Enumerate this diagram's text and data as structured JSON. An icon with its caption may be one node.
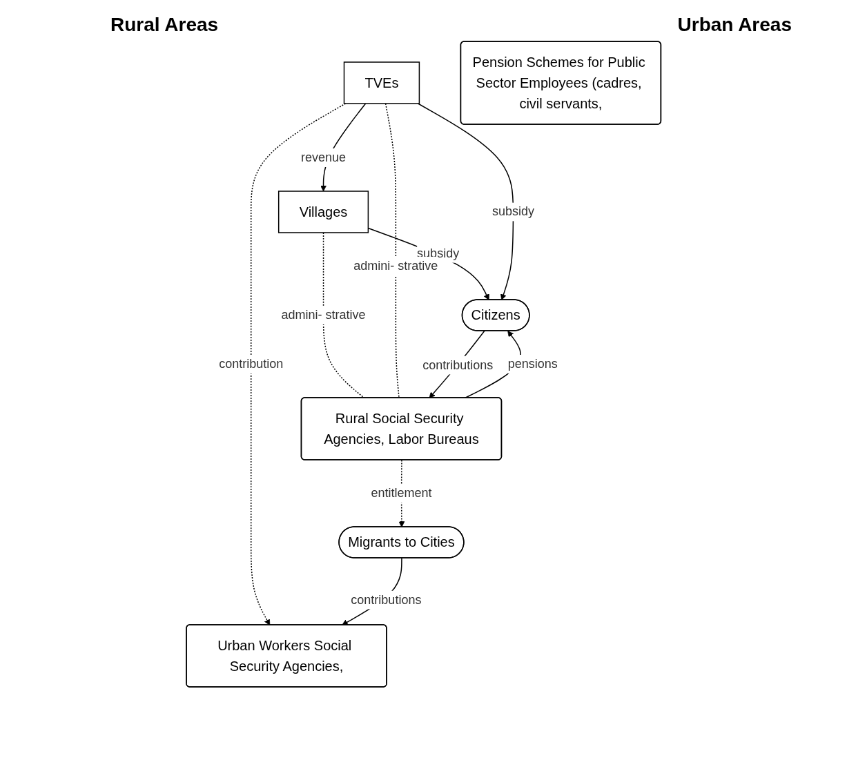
{
  "diagram": {
    "nodes": [
      {
        "text": [
          "Villages"
        ]
      },
      {
        "text": [
          "TVEs"
        ]
      },
      {
        "text": [
          "Citizens"
        ]
      },
      {
        "text": [
          "Rural Social Security Agencies, Labor Bureaus"
        ]
      },
      {
        "text": [
          "Migrants to Cities"
        ]
      },
      {
        "text": [
          "Urban Workers Social Security Agencies,"
        ]
      },
      {
        "text": [
          "Pension Schemes for Public Sector Employees (cadres, civil servants,"
        ]
      }
    ],
    "edges": [
      {
        "from": 1,
        "to": 0,
        "arrow": "to",
        "label": "revenue"
      },
      {
        "from": 0,
        "to": 2,
        "arrow": "to",
        "label": "subsidy"
      },
      {
        "from": 1,
        "to": 2,
        "arrow": "to",
        "label": "subsidy"
      },
      {
        "from": 0,
        "to": 3,
        "arrow": "none",
        "style": "dashed",
        "label": "admini- strative"
      },
      {
        "from": 1,
        "to": 3,
        "arrow": "none",
        "style": "dashed",
        "label": "admini- strative"
      },
      {
        "from": 2,
        "to": 3,
        "arrow": "to",
        "label": "contributions"
      },
      {
        "from": 3,
        "to": 2,
        "arrow": "to",
        "label": "pensions"
      },
      {
        "from": 1,
        "to": 5,
        "arrow": "to",
        "style": "dashed",
        "label": "contribution"
      },
      {
        "from": 3,
        "to": 4,
        "arrow": "to",
        "style": "dashed",
        "label": "entitlement"
      },
      {
        "from": 4,
        "to": 5,
        "arrow": "to",
        "label": "contributions"
      }
    ],
    "labels": [
      "Rural Areas",
      "Urban Areas"
    ]
  }
}
